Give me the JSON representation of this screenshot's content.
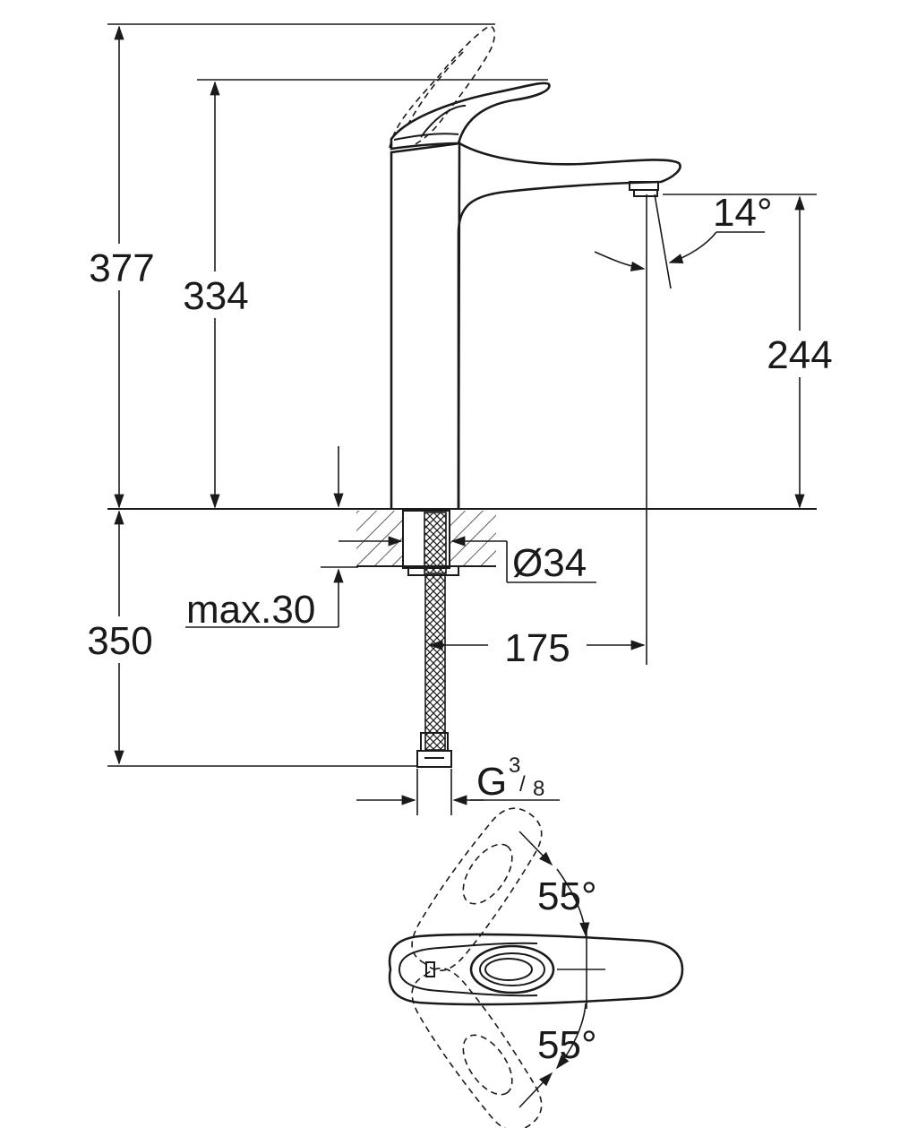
{
  "dimensions": {
    "total_height_lever_raised": "377",
    "height_to_lever": "334",
    "spout_height": "244",
    "below_deck_length": "350",
    "max_deck_thickness": "max.30",
    "hole_diameter": "Ø34",
    "spout_reach": "175",
    "spout_angle": "14°",
    "connection_thread_letter": "G",
    "connection_thread_numerator": "3",
    "connection_thread_denominator": "8",
    "lever_rotation_left": "55°",
    "lever_rotation_right": "55°"
  }
}
